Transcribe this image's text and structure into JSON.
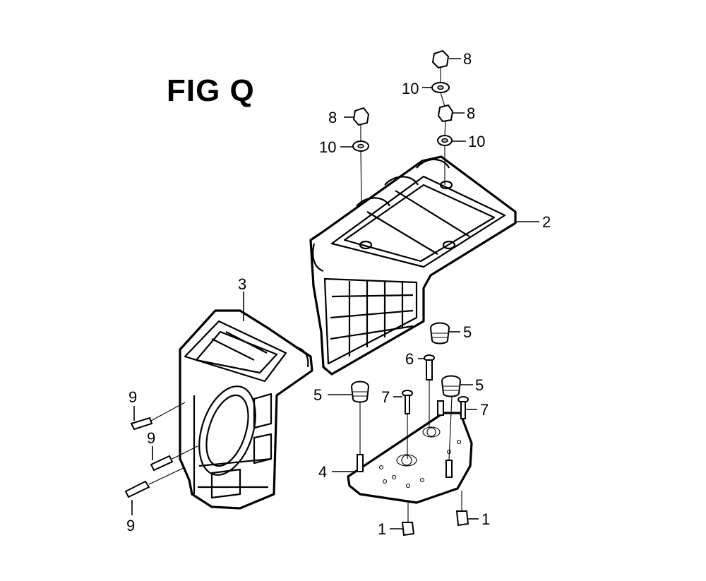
{
  "figure": {
    "title": "FIG Q"
  },
  "callouts": [
    {
      "id": "c8a",
      "label": "8"
    },
    {
      "id": "c10a",
      "label": "10"
    },
    {
      "id": "c8b",
      "label": "8"
    },
    {
      "id": "c8c",
      "label": "8"
    },
    {
      "id": "c10b",
      "label": "10"
    },
    {
      "id": "c10c",
      "label": "10"
    },
    {
      "id": "c2",
      "label": "2"
    },
    {
      "id": "c3",
      "label": "3"
    },
    {
      "id": "c5a",
      "label": "5"
    },
    {
      "id": "c6",
      "label": "6"
    },
    {
      "id": "c5b",
      "label": "5"
    },
    {
      "id": "c5c",
      "label": "5"
    },
    {
      "id": "c7a",
      "label": "7"
    },
    {
      "id": "c7b",
      "label": "7"
    },
    {
      "id": "c9a",
      "label": "9"
    },
    {
      "id": "c9b",
      "label": "9"
    },
    {
      "id": "c9c",
      "label": "9"
    },
    {
      "id": "c4",
      "label": "4"
    },
    {
      "id": "c1a",
      "label": "1"
    },
    {
      "id": "c1b",
      "label": "1"
    }
  ]
}
